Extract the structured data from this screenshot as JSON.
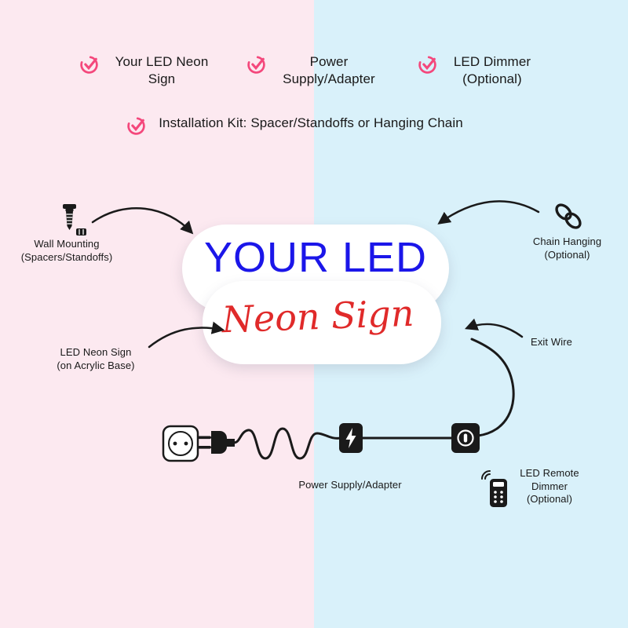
{
  "colors": {
    "bg_left": "#fce9f0",
    "bg_right": "#d9f1fa",
    "accent": "#f4487c",
    "ink": "#191919",
    "sign_title": "#1b16e9",
    "sign_subtitle": "#e02a2a"
  },
  "checklist": [
    {
      "label": "Your LED Neon Sign"
    },
    {
      "label": "Power Supply/Adapter"
    },
    {
      "label": "LED Dimmer (Optional)"
    },
    {
      "label": "Installation Kit: Spacer/Standoffs or Hanging Chain"
    }
  ],
  "sign": {
    "title": "YOUR LED",
    "subtitle": "Neon Sign"
  },
  "callouts": {
    "wall_mounting": {
      "line1": "Wall Mounting",
      "line2": "(Spacers/Standoffs)"
    },
    "chain_hanging": {
      "line1": "Chain Hanging",
      "line2": "(Optional)"
    },
    "neon_sign": {
      "line1": "LED Neon Sign",
      "line2": "(on Acrylic Base)"
    },
    "exit_wire": {
      "line1": "Exit Wire"
    },
    "power_supply": {
      "line1": "Power Supply/Adapter"
    },
    "remote_dimmer": {
      "line1": "LED Remote",
      "line2": "Dimmer",
      "line3": "(Optional)"
    }
  }
}
